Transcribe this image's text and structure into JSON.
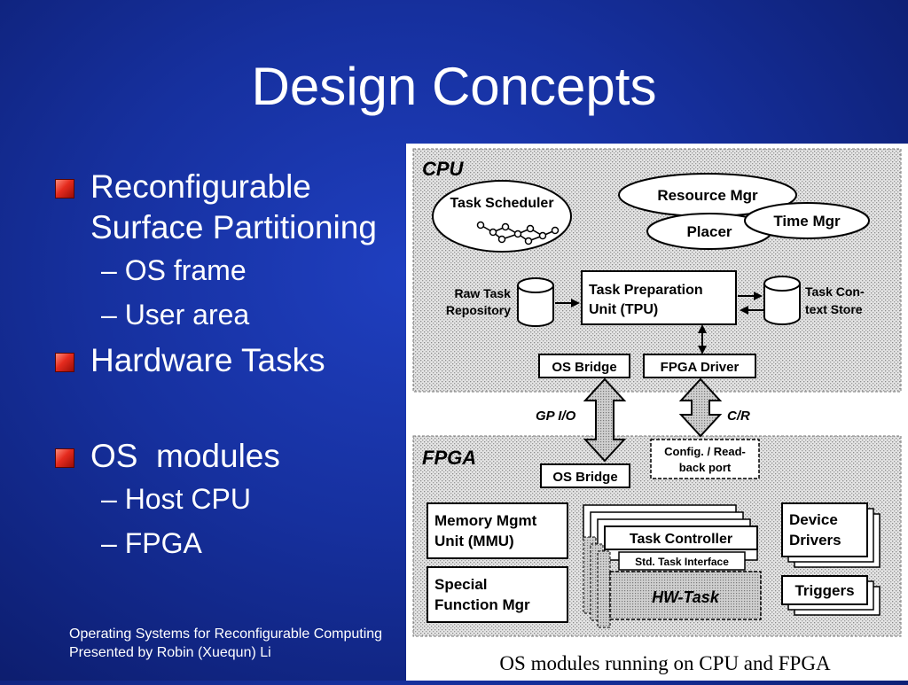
{
  "slide": {
    "title": "Design Concepts",
    "bullets": [
      {
        "text": "Reconfigurable Surface Partitioning",
        "lines": [
          "Reconfigurable",
          "Surface Partitioning"
        ],
        "sub": [
          "– OS frame",
          "– User area"
        ]
      },
      {
        "text": "Hardware Tasks",
        "sub": []
      },
      {
        "text": "OS  modules",
        "sub": [
          "– Host CPU",
          "– FPGA"
        ]
      }
    ],
    "footer": [
      "Operating Systems for Reconfigurable Computing",
      "Presented by Robin (Xuequn)  Li"
    ]
  },
  "diagram": {
    "cpu_label": "CPU",
    "fpga_label": "FPGA",
    "task_scheduler": "Task Scheduler",
    "resource_mgr": "Resource Mgr",
    "time_mgr": "Time Mgr",
    "placer": "Placer",
    "raw_task_repo": [
      "Raw Task",
      "Repository"
    ],
    "tpu": [
      "Task Preparation",
      "Unit (TPU)"
    ],
    "task_context_store": [
      "Task Con-",
      "text Store"
    ],
    "os_bridge_cpu": "OS Bridge",
    "fpga_driver": "FPGA Driver",
    "gp_io": "GP I/O",
    "cr": "C/R",
    "config_port": [
      "Config. / Read-",
      "back port"
    ],
    "os_bridge_fpga": "OS Bridge",
    "mmu": [
      "Memory Mgmt",
      "Unit (MMU)"
    ],
    "special_fn": [
      "Special",
      "Function Mgr"
    ],
    "task_controller": "Task Controller",
    "std_task_interface": "Std. Task Interface",
    "hw_task": "HW-Task",
    "device_drivers": [
      "Device",
      "Drivers"
    ],
    "triggers": "Triggers",
    "caption": "OS modules running on CPU and FPGA"
  }
}
